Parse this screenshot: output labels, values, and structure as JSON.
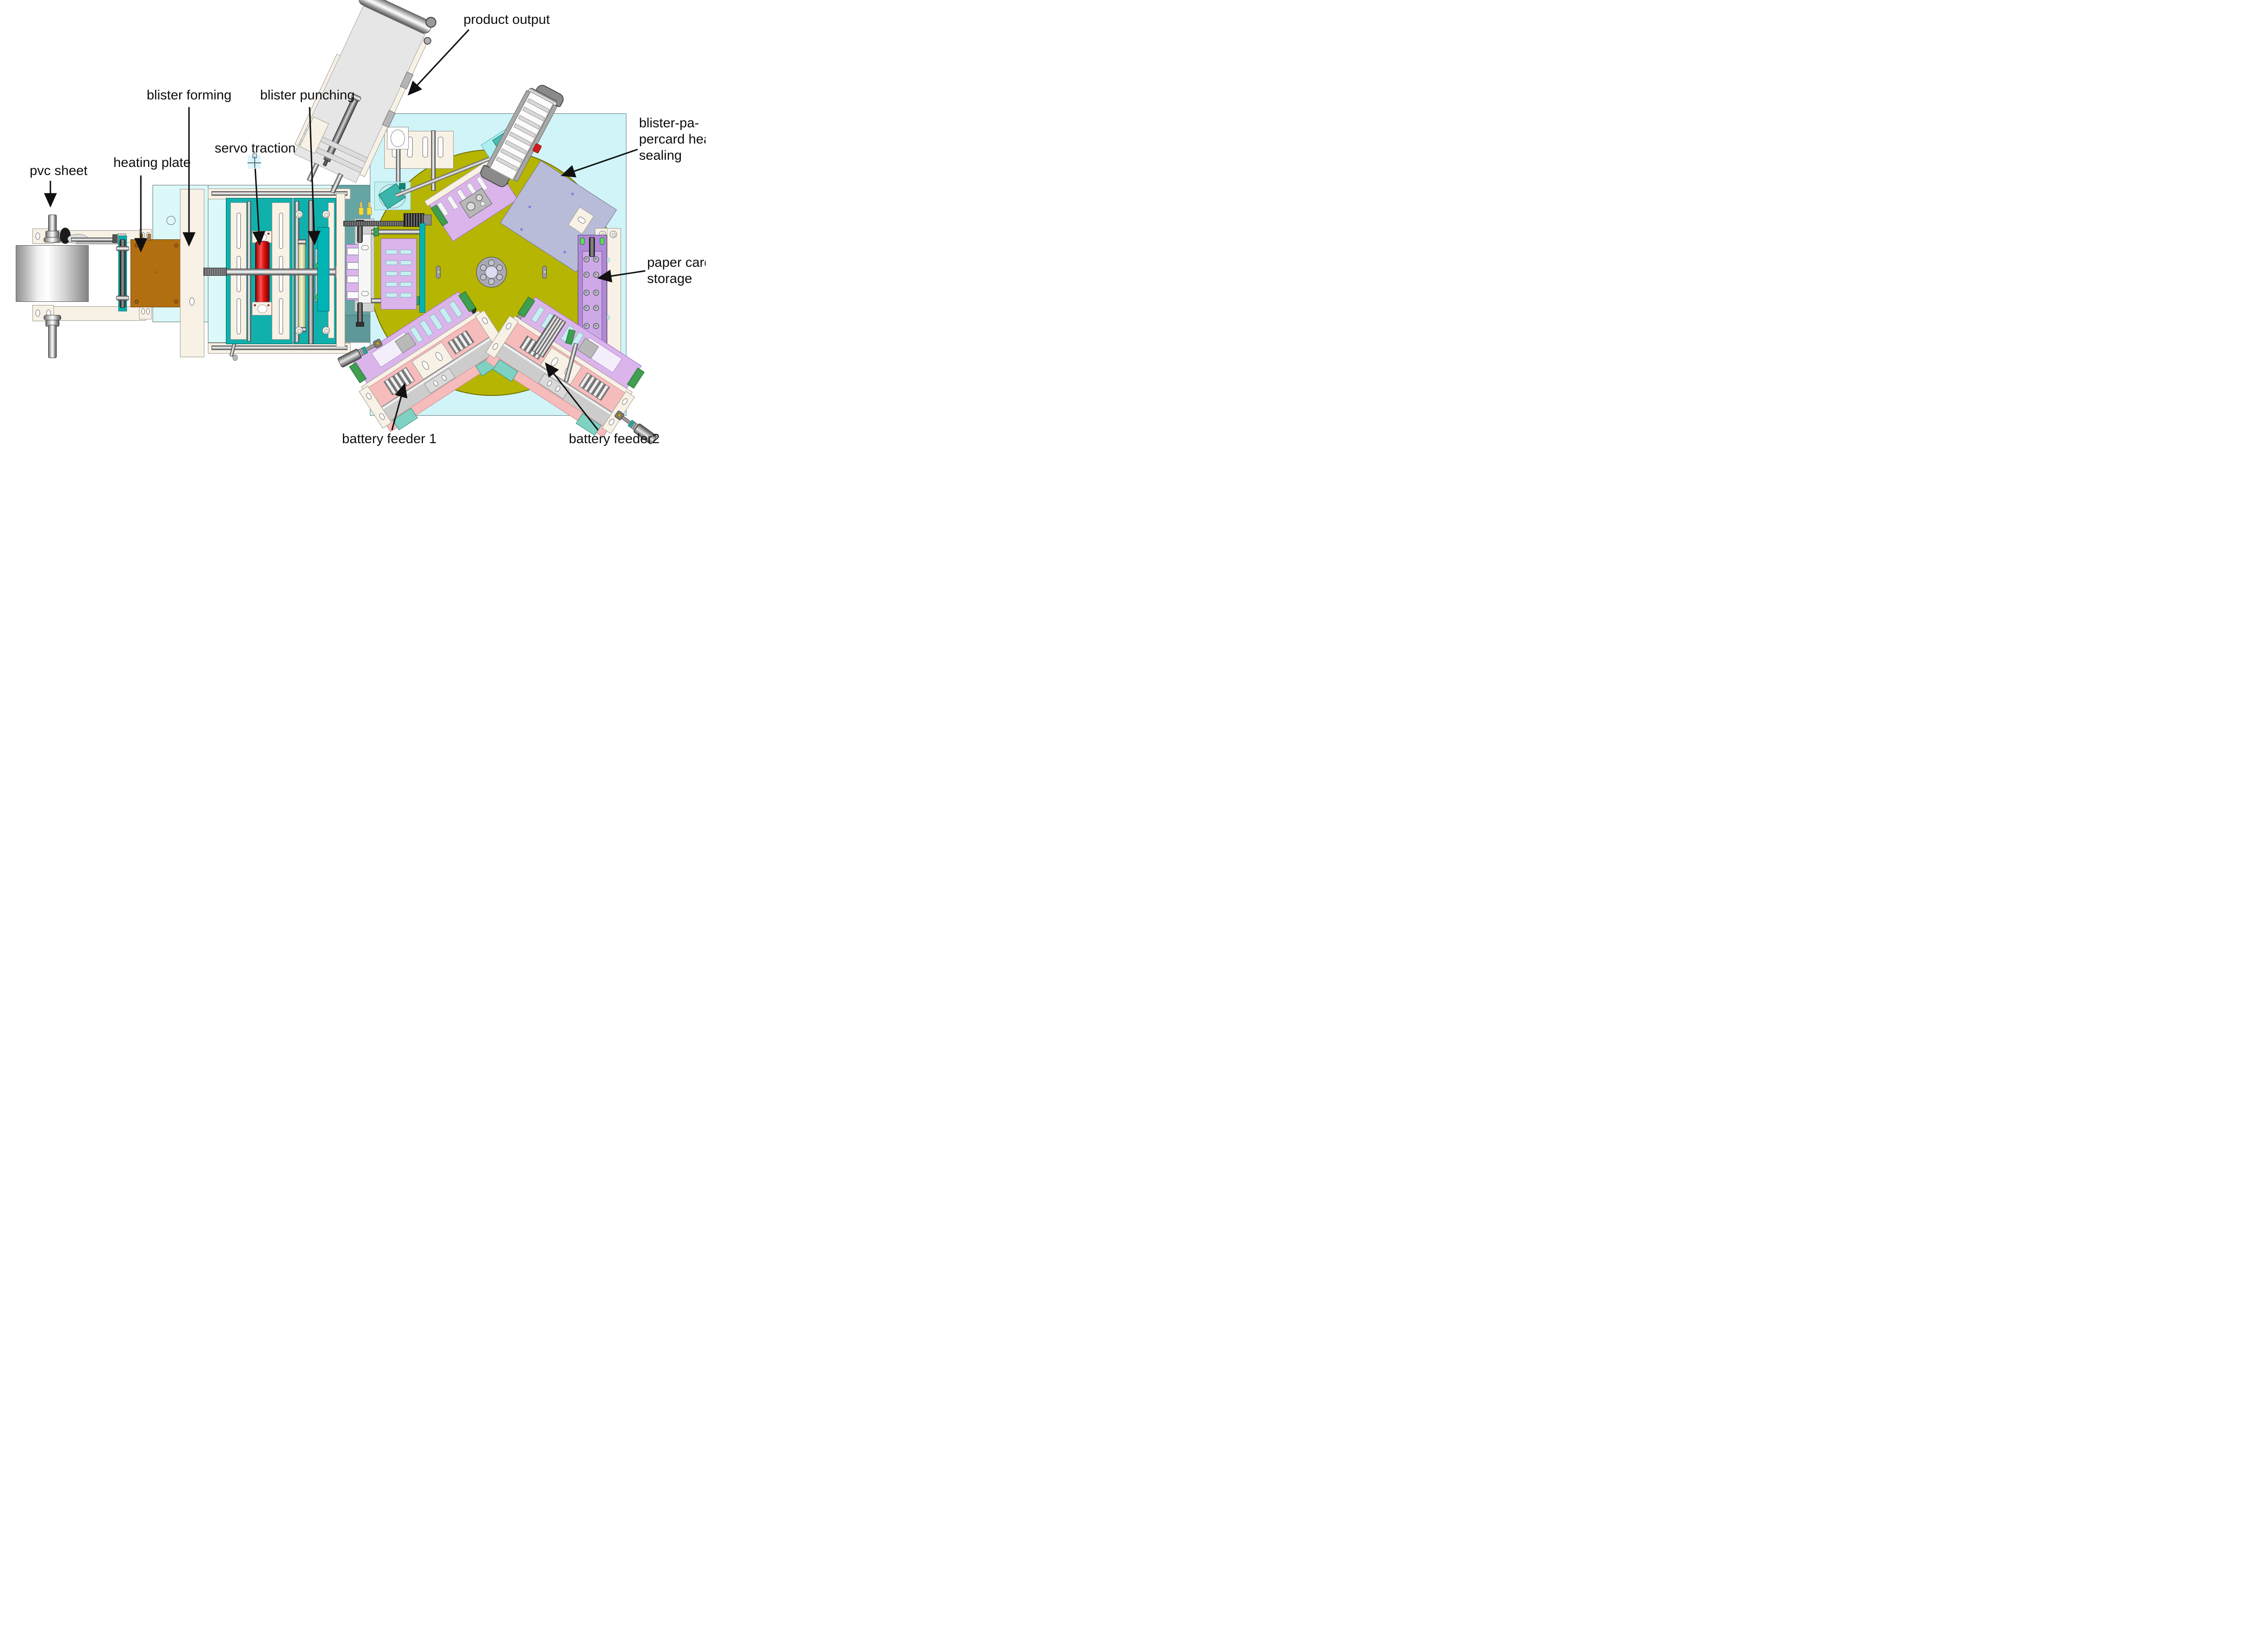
{
  "diagram": {
    "type": "cad-machine-layout-top-view",
    "subject": "battery blister packaging machine"
  },
  "labels": {
    "pvc_sheet": "pvc sheet",
    "heating_plate": "heating plate",
    "blister_forming": "blister forming",
    "servo_traction": "servo traction",
    "blister_punching": "blister punching",
    "product_output": "product output",
    "heat_sealing_lines": [
      "blister-pa-",
      "percard heat",
      "sealing"
    ],
    "paper_card_lines": [
      "paper card",
      "storage"
    ],
    "battery_feeder_1": "battery feeder 1",
    "battery_feeder_2": "battery feeder2"
  },
  "colors": {
    "cream": "#f7f1e6",
    "base": "#dcf8f8",
    "base2": "#d0f4f7",
    "teal": "#10b0ac",
    "turquoise": "#00b4b4",
    "darkteal": "#67a5a5",
    "table": "#b6b502",
    "hub": "#a9a9b3",
    "violet": "#dab4ea",
    "purple": "#b089d6",
    "lavender": "#b8bcd8",
    "heating": "#b26f12",
    "red": "#dd1111",
    "pink": "#f6bcbc",
    "green": "#3f9e4f",
    "yellow": "#ffd928",
    "orange": "#f2b27c",
    "paleyellow": "#e9e9b8",
    "slot": "#c9eef2",
    "arrow": "#111111"
  }
}
